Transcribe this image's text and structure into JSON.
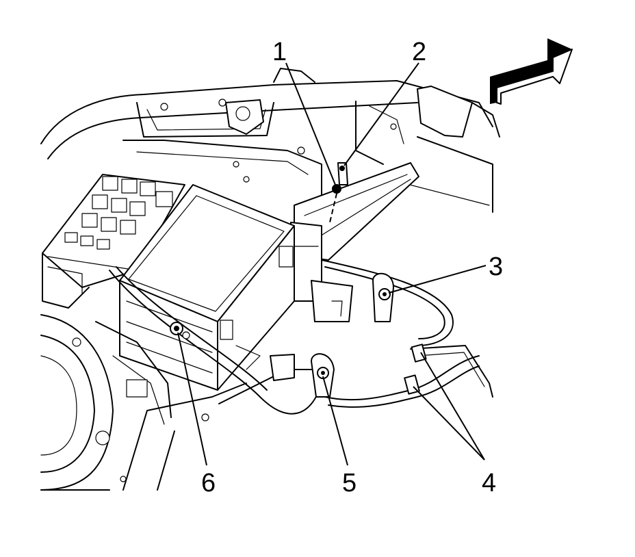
{
  "callouts": [
    {
      "id": "1",
      "label": "1"
    },
    {
      "id": "2",
      "label": "2"
    },
    {
      "id": "3",
      "label": "3"
    },
    {
      "id": "4",
      "label": "4"
    },
    {
      "id": "5",
      "label": "5"
    },
    {
      "id": "6",
      "label": "6"
    }
  ],
  "icons": {
    "direction_arrow": "front-direction-arrow-icon"
  },
  "colors": {
    "ink": "#000000",
    "paper": "#ffffff"
  }
}
